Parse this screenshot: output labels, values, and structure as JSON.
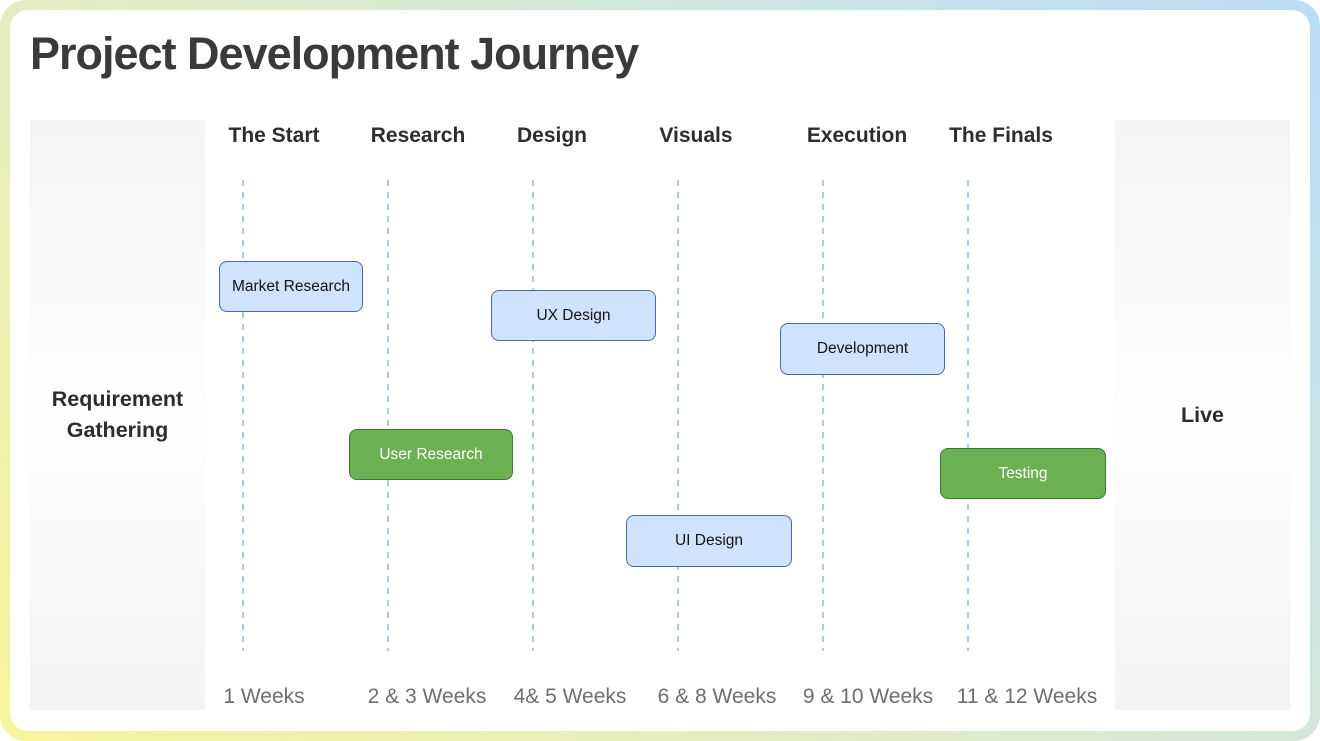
{
  "title": "Project Development Journey",
  "endpoints": {
    "start": "Requirement Gathering",
    "end": "Live"
  },
  "columns": [
    {
      "header": "The Start",
      "week": "1 Weeks"
    },
    {
      "header": "Research",
      "week": "2 & 3 Weeks"
    },
    {
      "header": "Design",
      "week": "4& 5 Weeks"
    },
    {
      "header": "Visuals",
      "week": "6 & 8 Weeks"
    },
    {
      "header": "Execution",
      "week": "9 & 10 Weeks"
    },
    {
      "header": "The Finals",
      "week": "11 & 12 Weeks"
    }
  ],
  "tasks": [
    {
      "label": "Market Research",
      "variant": "blue"
    },
    {
      "label": "UX Design",
      "variant": "blue"
    },
    {
      "label": "Development",
      "variant": "blue"
    },
    {
      "label": "User Research",
      "variant": "green"
    },
    {
      "label": "Testing",
      "variant": "green"
    },
    {
      "label": "UI Design",
      "variant": "blue"
    }
  ],
  "colors": {
    "task_blue_fill": "#cfe3fc",
    "task_blue_border": "#4a69a8",
    "task_green_fill": "#6cb054",
    "task_green_border": "#3a7a31",
    "dashed_line": "#a9cce9",
    "frame_gradient_start": "#f7f49b",
    "frame_gradient_mid": "#dcead0",
    "frame_gradient_end": "#b9dcf8",
    "title_text": "#3a3a3a",
    "week_label_text": "#6e6e6e"
  }
}
